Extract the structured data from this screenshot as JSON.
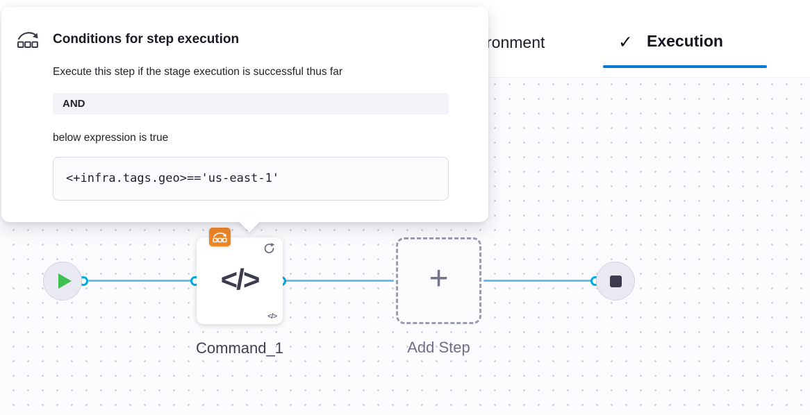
{
  "header": {
    "tabs": [
      {
        "label": "ronment"
      },
      {
        "label": "Execution",
        "active": true
      }
    ]
  },
  "popover": {
    "title": "Conditions for step execution",
    "description": "Execute this step if the stage execution is successful thus far",
    "operator_badge": "AND",
    "expression_caption": "below expression is true",
    "expression": "<+infra.tags.geo>=='us-east-1'"
  },
  "pipeline": {
    "step_name": "Command_1",
    "add_step_label": "Add Step"
  },
  "icons": {
    "check": "✓",
    "plus": "+",
    "code": "</>",
    "code_small": "</>",
    "retry": "circular-arrow",
    "play": "green-triangle",
    "stop": "dark-square",
    "conditional_execution": "arrow-arc-over-boxes"
  },
  "colors": {
    "tab_underline": "#0278d5",
    "connector_line": "#5fc0f2",
    "connector_dot": "#00aae4",
    "conditional_badge": "#ee8625",
    "play_green": "#3fbf4e"
  }
}
